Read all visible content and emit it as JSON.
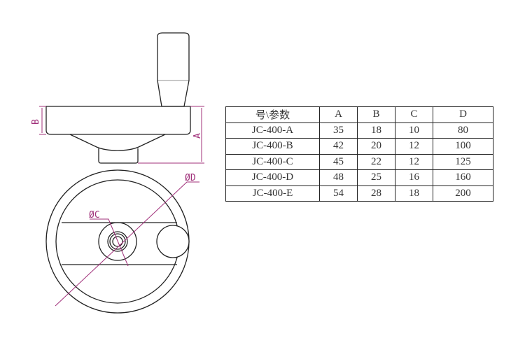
{
  "drawing": {
    "dimension_labels": {
      "A": "A",
      "B": "B",
      "C": "ØC",
      "D": "ØD"
    },
    "colors": {
      "line": "#222222",
      "dimension": "#a0307a"
    }
  },
  "table": {
    "headers": [
      "号\\参数",
      "A",
      "B",
      "C",
      "D"
    ],
    "rows": [
      [
        "JC-400-A",
        "35",
        "18",
        "10",
        "80"
      ],
      [
        "JC-400-B",
        "42",
        "20",
        "12",
        "100"
      ],
      [
        "JC-400-C",
        "45",
        "22",
        "12",
        "125"
      ],
      [
        "JC-400-D",
        "48",
        "25",
        "16",
        "160"
      ],
      [
        "JC-400-E",
        "54",
        "28",
        "18",
        "200"
      ]
    ]
  }
}
